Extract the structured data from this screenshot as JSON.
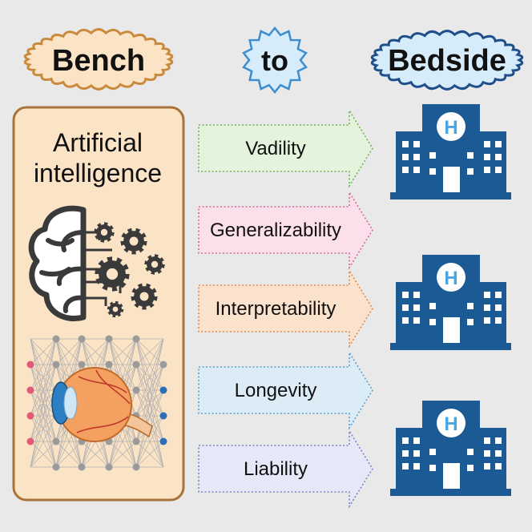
{
  "header": {
    "bench_label": "Bench",
    "to_label": "to",
    "bedside_label": "Bedside"
  },
  "left_panel": {
    "title_line1": "Artificial",
    "title_line2": "intelligence"
  },
  "arrows": [
    {
      "label": "Vadility",
      "fill": "#e3f3dc",
      "stroke": "#6fb35a"
    },
    {
      "label": "Generalizability",
      "fill": "#fbe0ec",
      "stroke": "#d46a96"
    },
    {
      "label": "Interpretability",
      "fill": "#fbe2cc",
      "stroke": "#dc8a4e"
    },
    {
      "label": "Longevity",
      "fill": "#dcecf6",
      "stroke": "#5d9fc8"
    },
    {
      "label": "Liability",
      "fill": "#e6e8f7",
      "stroke": "#7b84c8"
    }
  ],
  "hospital_icons": [
    "hospital-icon",
    "hospital-icon",
    "hospital-icon"
  ],
  "hospital_sign": "H",
  "colors": {
    "background": "#e9e9e9",
    "bench_badge_fill": "#fbe3c6",
    "bench_badge_stroke": "#c98a3d",
    "to_badge_fill": "#d6ecfa",
    "to_badge_stroke": "#3e8ecf",
    "bedside_badge_fill": "#d6ecfa",
    "bedside_badge_stroke": "#1f4f8a",
    "panel_fill": "#fbe3c6",
    "panel_stroke": "#a8733a",
    "hospital": "#1c5a96",
    "hospital_sign_text": "#4aa6e0",
    "icon_dark": "#3a3a3a",
    "eye_iris": "#2d7fc4",
    "eye_flesh": "#f0a060"
  }
}
